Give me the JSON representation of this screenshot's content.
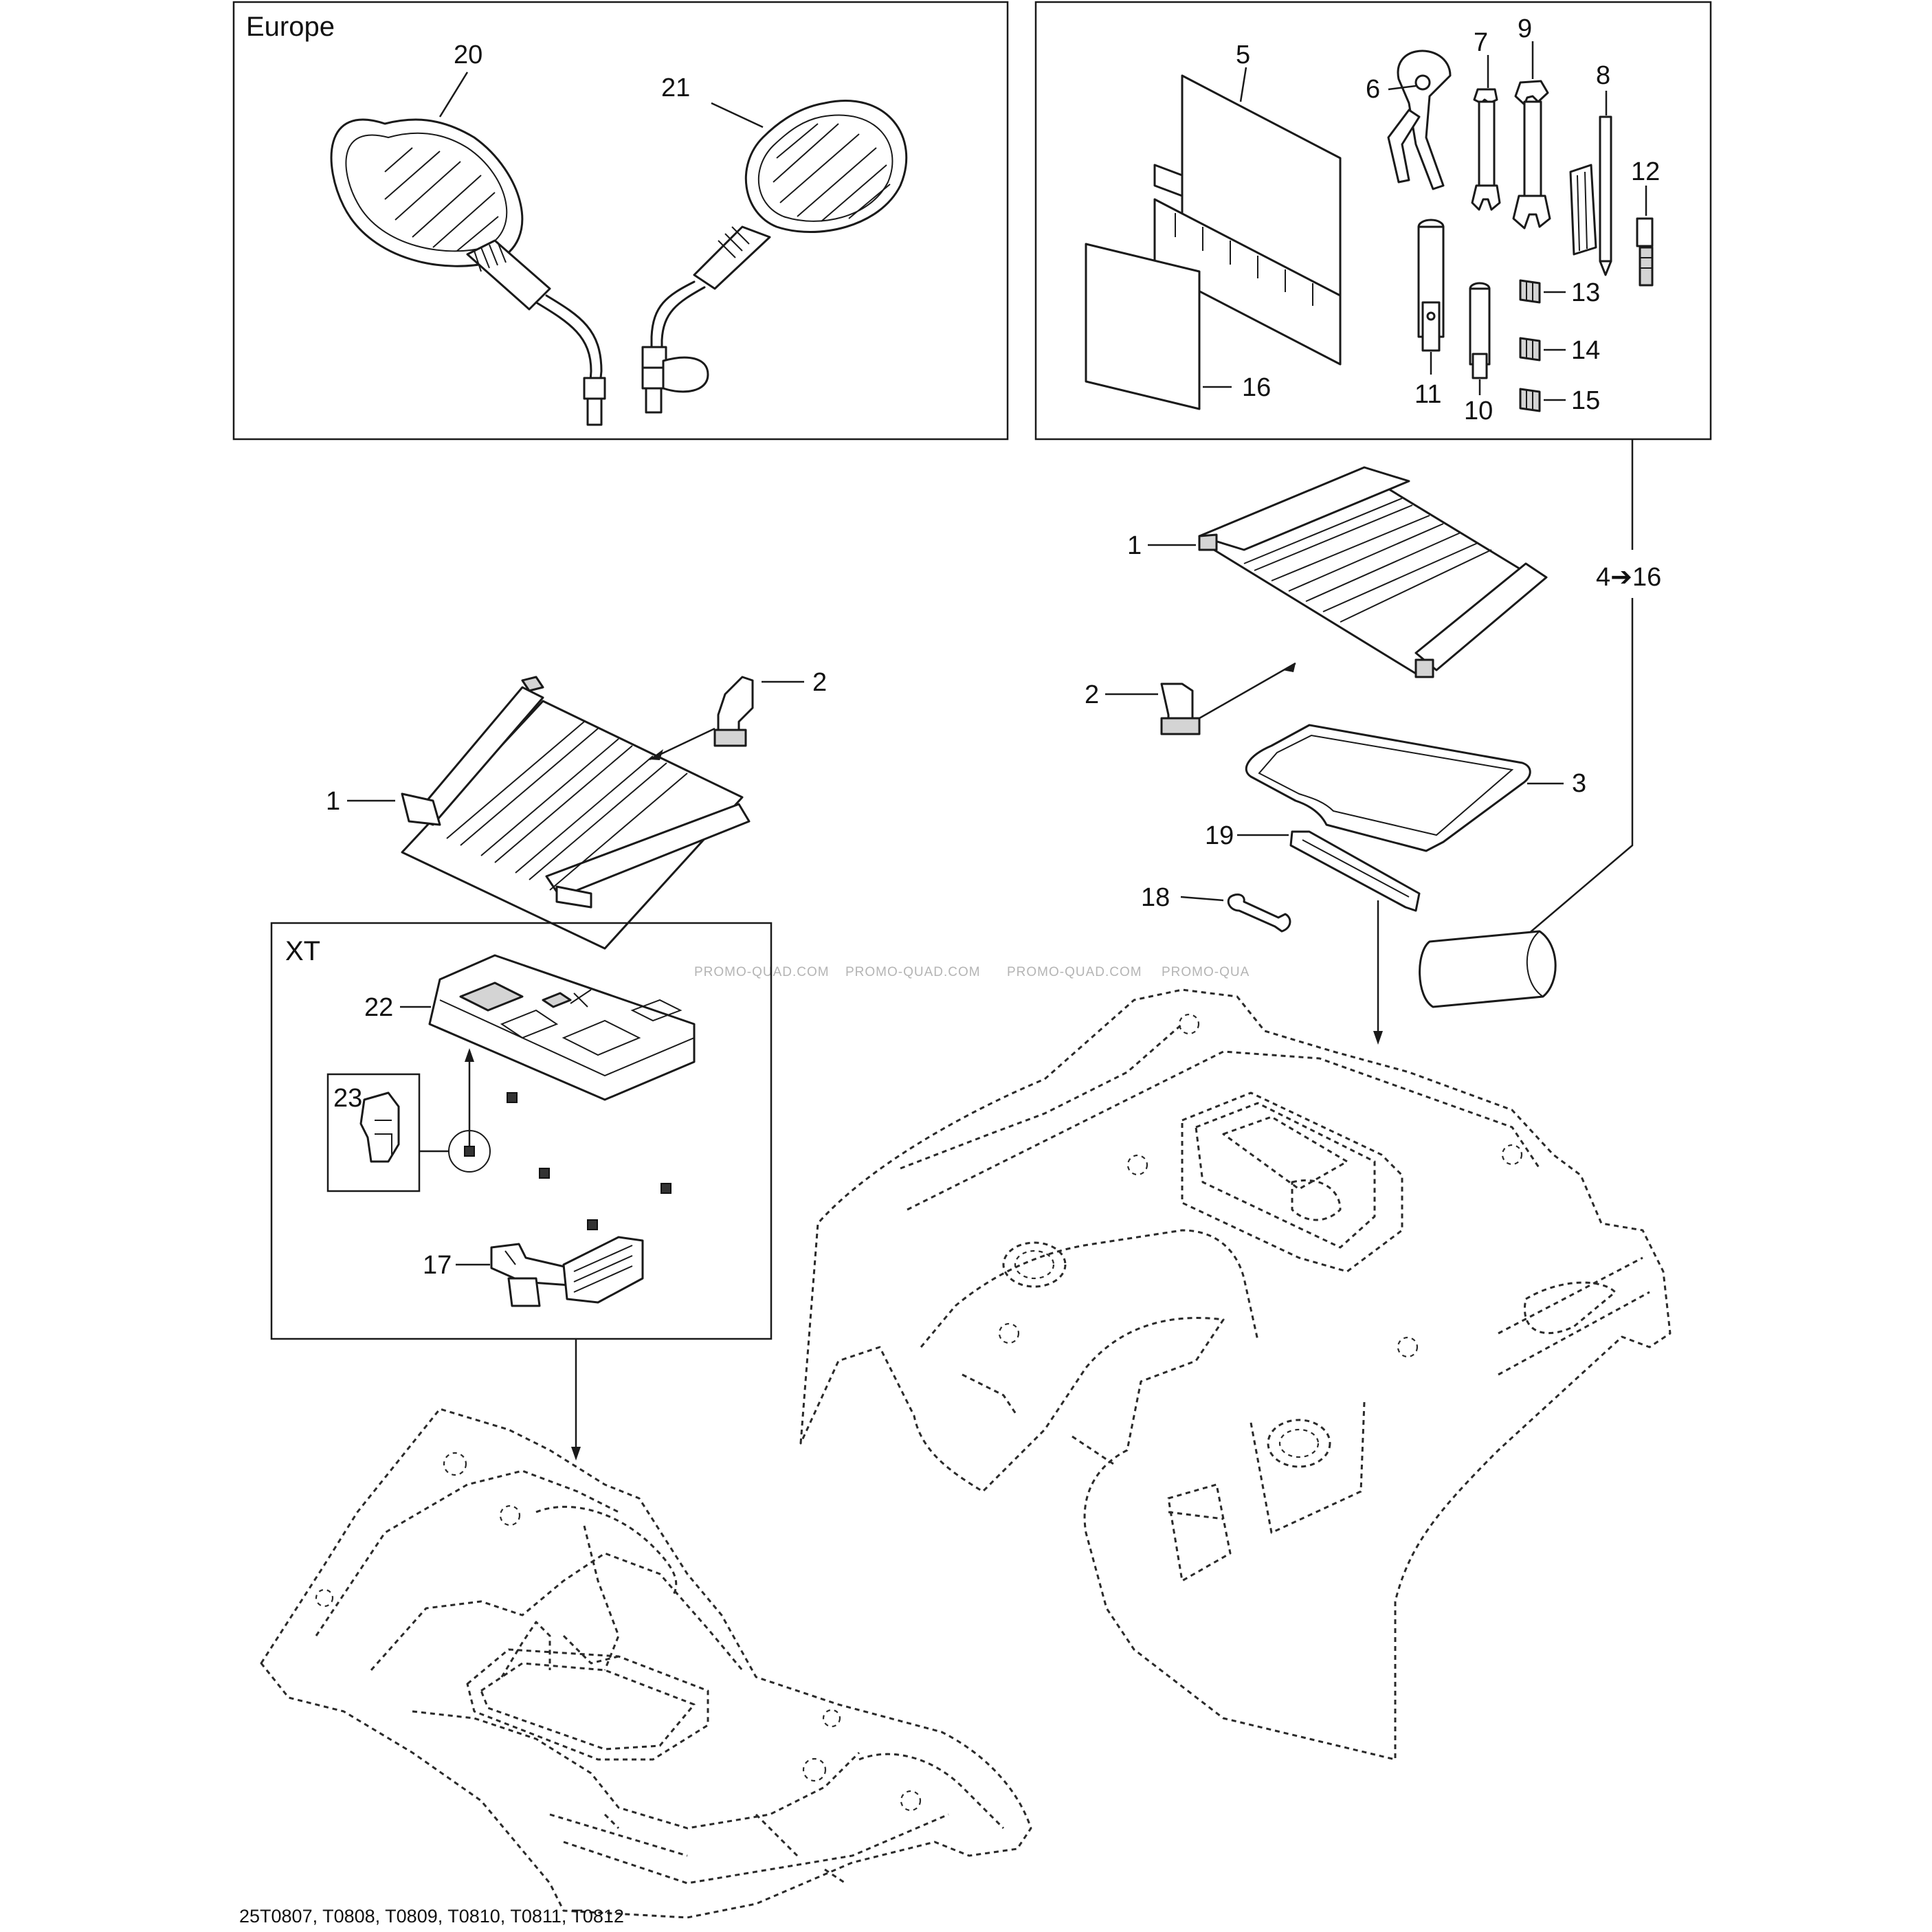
{
  "boxes": {
    "europe": "Europe",
    "xt": "XT"
  },
  "callouts": {
    "c1_left": "1",
    "c2_left": "2",
    "c1_right": "1",
    "c2_right": "2",
    "c3": "3",
    "c4_16": "4➔16",
    "c5": "5",
    "c6": "6",
    "c7": "7",
    "c8": "8",
    "c9": "9",
    "c10": "10",
    "c11": "11",
    "c12": "12",
    "c13": "13",
    "c14": "14",
    "c15": "15",
    "c16": "16",
    "c17": "17",
    "c18": "18",
    "c19": "19",
    "c20": "20",
    "c21": "21",
    "c22": "22",
    "c23": "23"
  },
  "watermark": "PROMO-QUAD.COM",
  "watermark_cut": "PROMO-QUA",
  "footer": "25T0807, T0808, T0809, T0810, T0811, T0812",
  "line_color": "#1a1a1a",
  "watermark_color": "#b4b4b4"
}
